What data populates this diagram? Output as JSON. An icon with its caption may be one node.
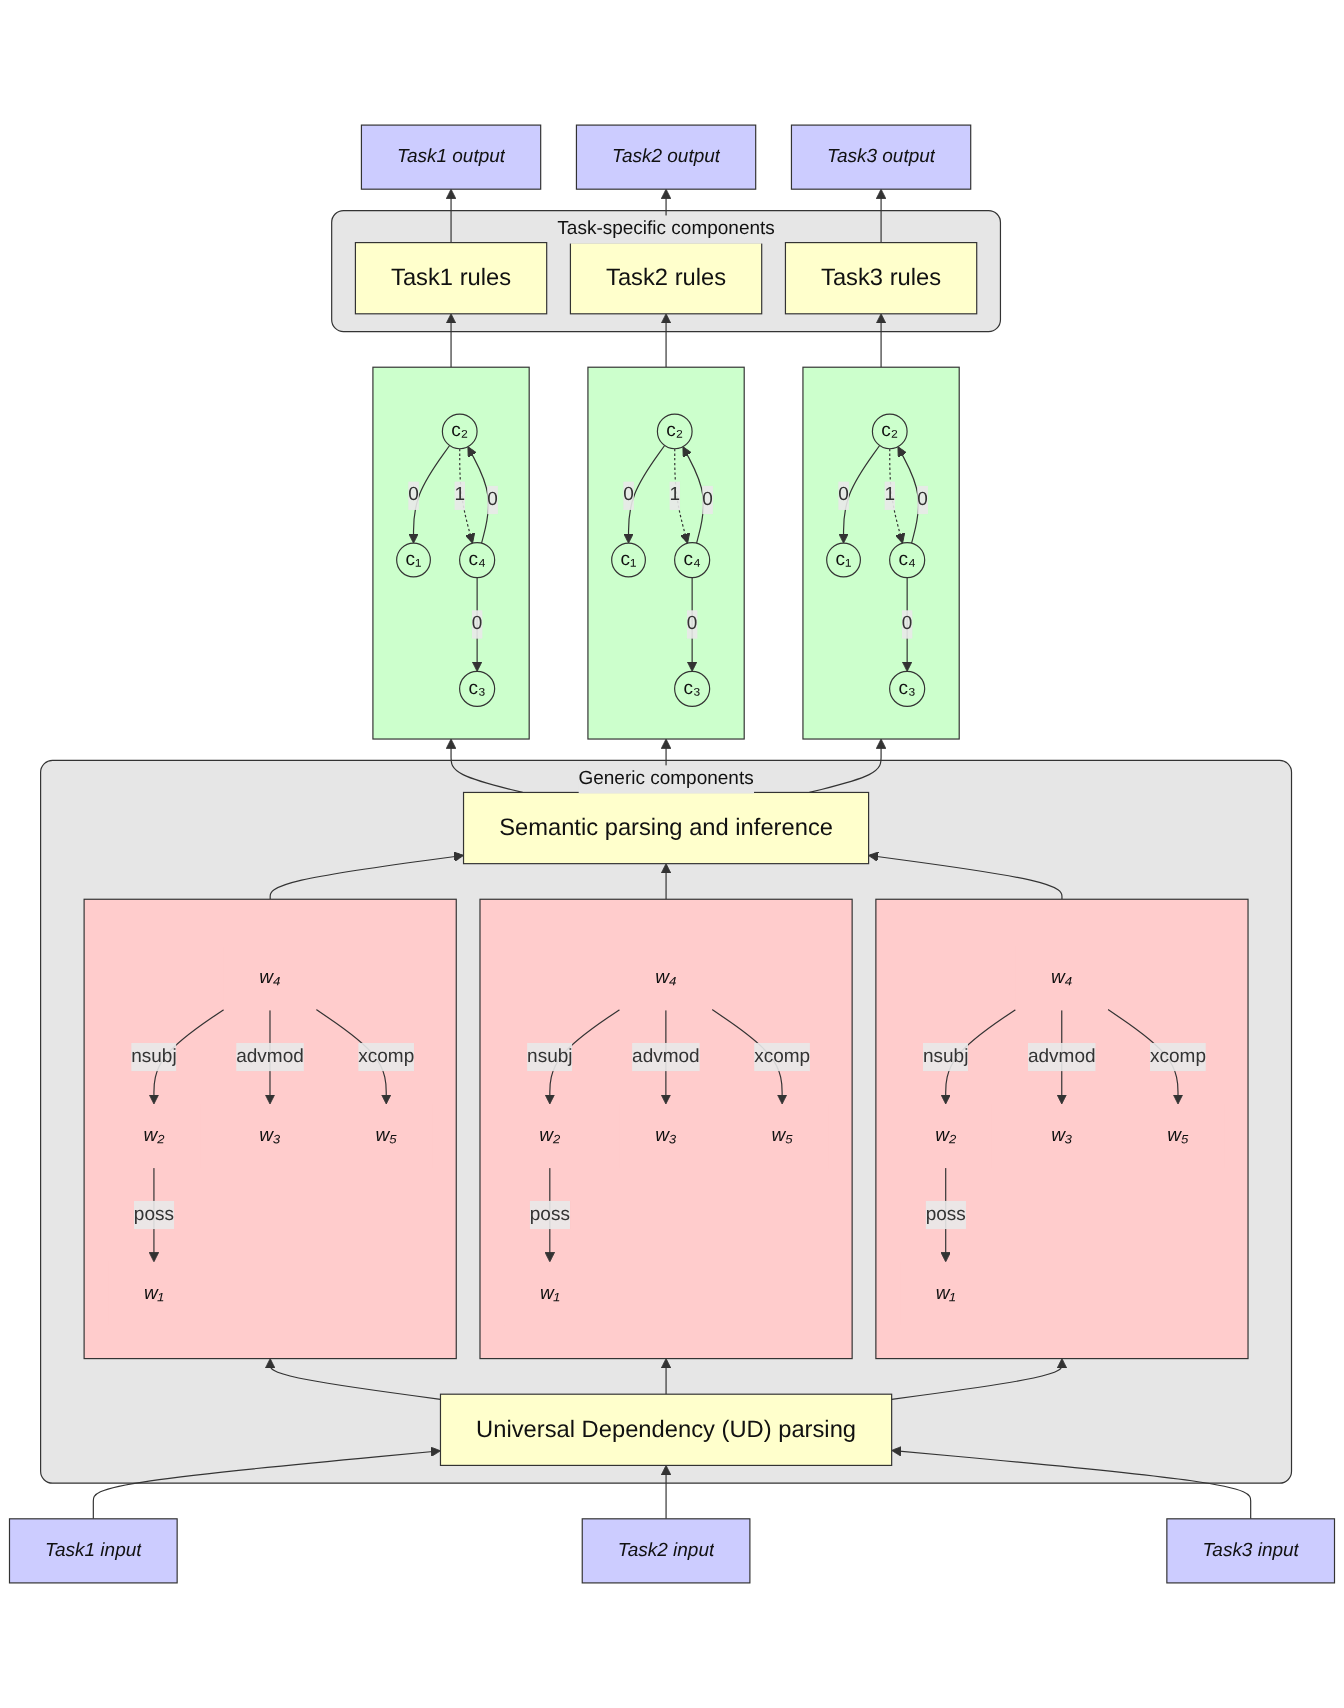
{
  "diagram": {
    "nodes": [
      {
        "text": [
          "Task1 output"
        ]
      },
      {
        "text": [
          "Task2 output"
        ]
      },
      {
        "text": [
          "Task3 output"
        ]
      },
      {
        "text": [
          "Task-specific components"
        ]
      },
      {
        "text": [
          "Task1 rules"
        ],
        "in": 3
      },
      {
        "text": [
          "Task2 rules"
        ],
        "in": 3
      },
      {
        "text": [
          "Task3 rules"
        ],
        "in": 3
      },
      {
        "text": [],
        "shape": "box"
      },
      {
        "text": [
          "c₂"
        ],
        "in": 7
      },
      {
        "text": [
          "c₁"
        ],
        "in": 7
      },
      {
        "text": [
          "c₃"
        ],
        "in": 7
      },
      {
        "text": [
          "c₄"
        ],
        "in": 7
      },
      {
        "text": [],
        "shape": "box"
      },
      {
        "text": [
          "c₂"
        ],
        "in": 12
      },
      {
        "text": [
          "c₁"
        ],
        "in": 12
      },
      {
        "text": [
          "c₃"
        ],
        "in": 12
      },
      {
        "text": [
          "c₄"
        ],
        "in": 12
      },
      {
        "text": [],
        "shape": "box"
      },
      {
        "text": [
          "c₂"
        ],
        "in": 17
      },
      {
        "text": [
          "c₁"
        ],
        "in": 17
      },
      {
        "text": [
          "c₃"
        ],
        "in": 17
      },
      {
        "text": [
          "c₄"
        ],
        "in": 17
      },
      {
        "text": [
          "Generic components"
        ]
      },
      {
        "text": [
          "Semantic parsing and inference"
        ],
        "in": 22
      },
      {
        "text": [],
        "shape": "box",
        "in": 22
      },
      {
        "text": [
          "w₁"
        ],
        "in": 24
      },
      {
        "text": [
          "w₂"
        ],
        "in": 24
      },
      {
        "text": [
          "w₃"
        ],
        "in": 24
      },
      {
        "text": [
          "w₄"
        ],
        "in": 24
      },
      {
        "text": [
          "w₅"
        ],
        "in": 24
      },
      {
        "text": [],
        "shape": "box",
        "in": 22
      },
      {
        "text": [
          "w₁"
        ],
        "in": 30
      },
      {
        "text": [
          "w₂"
        ],
        "in": 30
      },
      {
        "text": [
          "w₃"
        ],
        "in": 30
      },
      {
        "text": [
          "w₄"
        ],
        "in": 30
      },
      {
        "text": [
          "w₅"
        ],
        "in": 30
      },
      {
        "text": [],
        "shape": "box",
        "in": 22
      },
      {
        "text": [
          "w₁"
        ],
        "in": 36
      },
      {
        "text": [
          "w₂"
        ],
        "in": 36
      },
      {
        "text": [
          "w₃"
        ],
        "in": 36
      },
      {
        "text": [
          "w₄"
        ],
        "in": 36
      },
      {
        "text": [
          "w₅"
        ],
        "in": 36
      },
      {
        "text": [
          "Universal Dependency (UD) parsing"
        ],
        "in": 22
      },
      {
        "text": [
          "Task1 input"
        ]
      },
      {
        "text": [
          "Task2 input"
        ]
      },
      {
        "text": [
          "Task3 input"
        ]
      }
    ],
    "edges": [
      {
        "from": 43,
        "to": 42,
        "arrow": "to"
      },
      {
        "from": 44,
        "to": 42,
        "arrow": "to"
      },
      {
        "from": 45,
        "to": 42,
        "arrow": "to"
      },
      {
        "from": 42,
        "to": 24,
        "arrow": "to"
      },
      {
        "from": 42,
        "to": 30,
        "arrow": "to"
      },
      {
        "from": 42,
        "to": 36,
        "arrow": "to"
      },
      {
        "from": 24,
        "to": 23,
        "arrow": "to"
      },
      {
        "from": 30,
        "to": 23,
        "arrow": "to"
      },
      {
        "from": 36,
        "to": 23,
        "arrow": "to"
      },
      {
        "from": 23,
        "to": 7,
        "arrow": "to"
      },
      {
        "from": 23,
        "to": 12,
        "arrow": "to"
      },
      {
        "from": 23,
        "to": 17,
        "arrow": "to"
      },
      {
        "from": 7,
        "to": 4,
        "arrow": "to"
      },
      {
        "from": 12,
        "to": 5,
        "arrow": "to"
      },
      {
        "from": 17,
        "to": 6,
        "arrow": "to"
      },
      {
        "from": 4,
        "to": 0,
        "arrow": "to"
      },
      {
        "from": 5,
        "to": 1,
        "arrow": "to"
      },
      {
        "from": 6,
        "to": 2,
        "arrow": "to"
      },
      {
        "from": 8,
        "to": 9,
        "arrow": "to",
        "label": "0"
      },
      {
        "from": 8,
        "to": 11,
        "arrow": "to",
        "label": "1",
        "style": "dashed"
      },
      {
        "from": 11,
        "to": 8,
        "arrow": "to",
        "label": "0"
      },
      {
        "from": 11,
        "to": 10,
        "arrow": "to",
        "label": "0"
      },
      {
        "from": 13,
        "to": 14,
        "arrow": "to",
        "label": "0"
      },
      {
        "from": 13,
        "to": 16,
        "arrow": "to",
        "label": "1",
        "style": "dashed"
      },
      {
        "from": 16,
        "to": 13,
        "arrow": "to",
        "label": "0"
      },
      {
        "from": 16,
        "to": 15,
        "arrow": "to",
        "label": "0"
      },
      {
        "from": 18,
        "to": 19,
        "arrow": "to",
        "label": "0"
      },
      {
        "from": 18,
        "to": 21,
        "arrow": "to",
        "label": "1",
        "style": "dashed"
      },
      {
        "from": 21,
        "to": 18,
        "arrow": "to",
        "label": "0"
      },
      {
        "from": 21,
        "to": 20,
        "arrow": "to",
        "label": "0"
      },
      {
        "from": 26,
        "to": 25,
        "arrow": "to",
        "label": "poss"
      },
      {
        "from": 28,
        "to": 26,
        "arrow": "to",
        "label": "nsubj"
      },
      {
        "from": 28,
        "to": 27,
        "arrow": "to",
        "label": "advmod"
      },
      {
        "from": 28,
        "to": 29,
        "arrow": "to",
        "label": "xcomp"
      },
      {
        "from": 32,
        "to": 31,
        "arrow": "to",
        "label": "poss"
      },
      {
        "from": 34,
        "to": 32,
        "arrow": "to",
        "label": "nsubj"
      },
      {
        "from": 34,
        "to": 33,
        "arrow": "to",
        "label": "advmod"
      },
      {
        "from": 34,
        "to": 35,
        "arrow": "to",
        "label": "xcomp"
      },
      {
        "from": 38,
        "to": 37,
        "arrow": "to",
        "label": "poss"
      },
      {
        "from": 40,
        "to": 38,
        "arrow": "to",
        "label": "nsubj"
      },
      {
        "from": 40,
        "to": 39,
        "arrow": "to",
        "label": "advmod"
      },
      {
        "from": 40,
        "to": 41,
        "arrow": "to",
        "label": "xcomp"
      }
    ]
  }
}
